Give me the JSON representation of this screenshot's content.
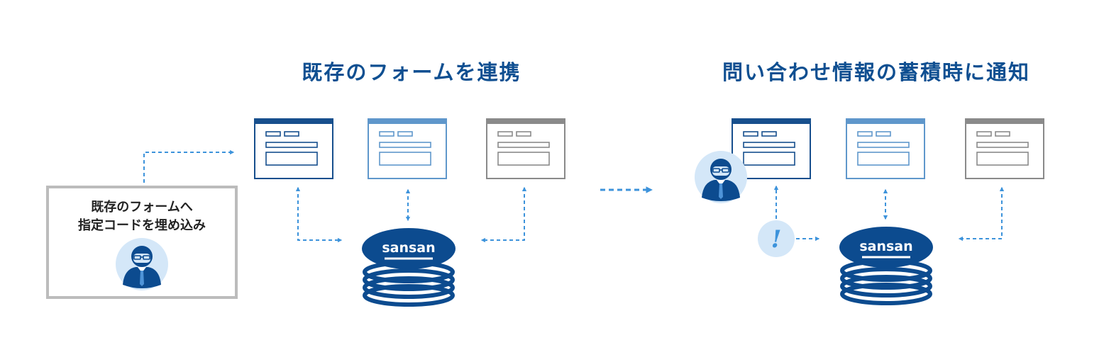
{
  "titles": {
    "left": "既存のフォームを連携",
    "right": "問い合わせ情報の蓄積時に通知"
  },
  "embed_box": {
    "line1": "既存のフォームへ",
    "line2": "指定コードを埋め込み"
  },
  "database": {
    "label": "sansan"
  },
  "notification": {
    "symbol": "!"
  },
  "colors": {
    "title": "#0f4f91",
    "form_dark": "#174f8d",
    "form_medium": "#5f97cb",
    "form_gray": "#8a8a8a",
    "arrow": "#3d93db",
    "database": "#0c4b8f",
    "avatar_bg": "#d4e7f8",
    "box_border": "#bcbcbc"
  }
}
